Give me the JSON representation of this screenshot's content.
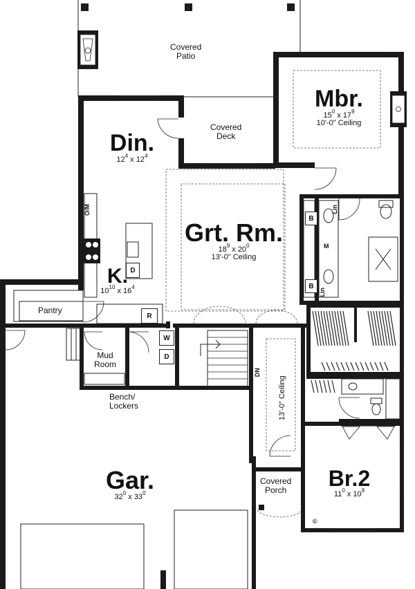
{
  "rooms": {
    "covered_patio": {
      "line1": "Covered",
      "line2": "Patio"
    },
    "master_bedroom": {
      "name": "Mbr.",
      "w": "15",
      "w_sup": "0",
      "d": "17",
      "d_sup": "9",
      "ceiling": "10'-0\" Ceiling"
    },
    "dining": {
      "name": "Din.",
      "w": "12",
      "w_sup": "4",
      "d": "12",
      "d_sup": "4"
    },
    "covered_deck": {
      "line1": "Covered",
      "line2": "Deck"
    },
    "great_room": {
      "name": "Grt. Rm.",
      "w": "18",
      "w_sup": "9",
      "d": "20",
      "d_sup": "0",
      "ceiling": "13'-0\" Ceiling"
    },
    "kitchen": {
      "name": "K.",
      "w": "10",
      "w_sup": "10",
      "d": "16",
      "d_sup": "4"
    },
    "pantry": {
      "name": "Pantry"
    },
    "mud_room": {
      "line1": "Mud",
      "line2": "Room"
    },
    "bench_lockers": {
      "line1": "Bench/",
      "line2": "Lockers"
    },
    "foyer": {
      "ceiling": "13'-0\" Ceiling"
    },
    "garage": {
      "name": "Gar.",
      "w": "32",
      "w_sup": "0",
      "d": "33",
      "d_sup": "0"
    },
    "covered_porch": {
      "line1": "Covered",
      "line2": "Porch"
    },
    "bedroom_2": {
      "name": "Br.2",
      "w": "11",
      "w_sup": "0",
      "d": "10",
      "d_sup": "8"
    }
  },
  "fixtures": {
    "oven_microwave": "O/M",
    "dishwasher": "D",
    "refrigerator": "R",
    "washer": "W",
    "dryer": "D",
    "bench_top": "B",
    "bench_bottom": "B",
    "makeup": "M",
    "linen_top": "Lin",
    "linen_bottom": "Lin",
    "stair_down": "DN",
    "copyright": "©"
  }
}
